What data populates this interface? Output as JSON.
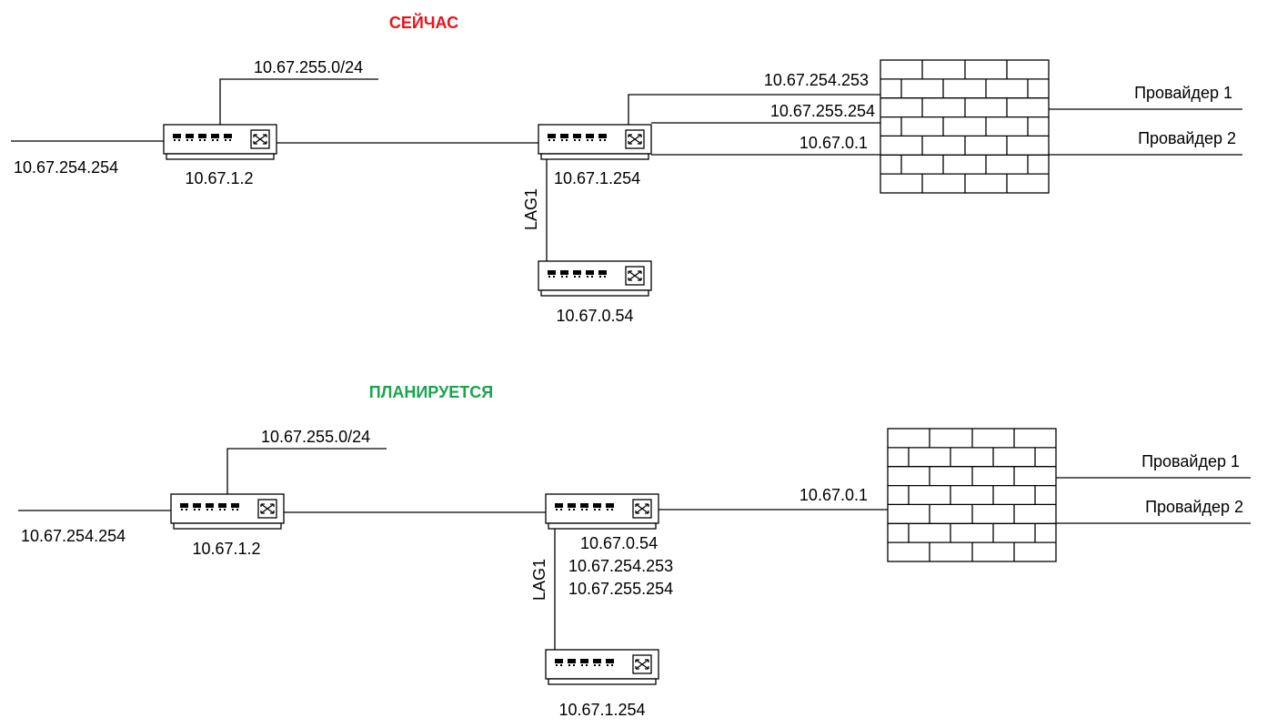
{
  "colors": {
    "now_title": "#e8141b",
    "planned_title": "#1ba44d",
    "line": "#000000"
  },
  "icons": {
    "switch": "network-switch-icon",
    "firewall": "firewall-brick-icon"
  },
  "current": {
    "title": "СЕЙЧАС",
    "left_link_ip": "10.67.254.254",
    "left_switch_ip": "10.67.1.2",
    "subnet": "10.67.255.0/24",
    "core_switch_ip": "10.67.1.254",
    "lag_label": "LAG1",
    "lower_switch_ip": "10.67.0.54",
    "fw_link_ip_1": "10.67.254.253",
    "fw_link_ip_2": "10.67.255.254",
    "fw_link_ip_3": "10.67.0.1",
    "provider_1": "Провайдер 1",
    "provider_2": "Провайдер 2"
  },
  "planned": {
    "title": "ПЛАНИРУЕТСЯ",
    "left_link_ip": "10.67.254.254",
    "left_switch_ip": "10.67.1.2",
    "subnet": "10.67.255.0/24",
    "core_switch_ip_1": "10.67.0.54",
    "core_switch_ip_2": "10.67.254.253",
    "core_switch_ip_3": "10.67.255.254",
    "lag_label": "LAG1",
    "lower_switch_ip": "10.67.1.254",
    "fw_link_ip": "10.67.0.1",
    "provider_1": "Провайдер 1",
    "provider_2": "Провайдер 2"
  }
}
